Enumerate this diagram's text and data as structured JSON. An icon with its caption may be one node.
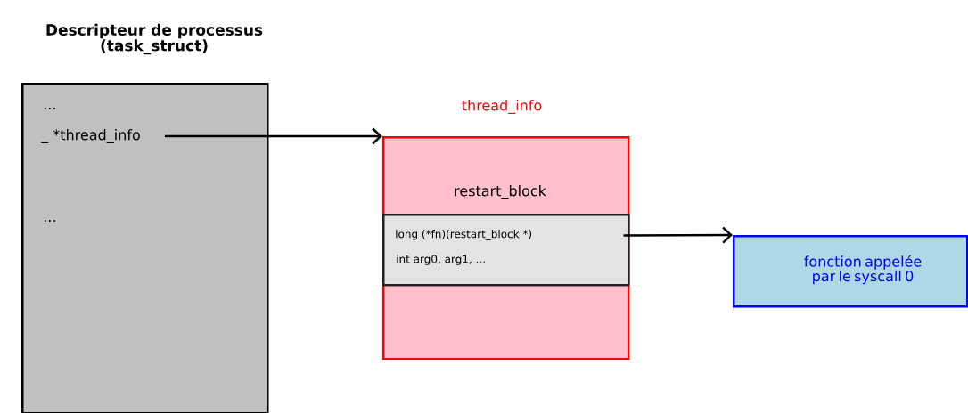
{
  "diagram": {
    "nodes": [
      {
        "text": [
          "Descripteur de processus (task_struct)",
          "...",
          "..."
        ]
      },
      {
        "text": [
          "_ *thread_info"
        ],
        "in": 0
      },
      {
        "text": [
          "thread_info",
          "restart_block"
        ]
      },
      {
        "text": [
          "long (*fn)(restart_block *)",
          "int arg0, arg1, ..."
        ],
        "in": 2
      },
      {
        "text": [
          "fonction appelée par le syscall 0"
        ]
      }
    ],
    "edges": [
      {
        "from": 1,
        "to": 2,
        "arrow": "to"
      },
      {
        "from": 3,
        "to": 4,
        "arrow": "to"
      }
    ]
  }
}
